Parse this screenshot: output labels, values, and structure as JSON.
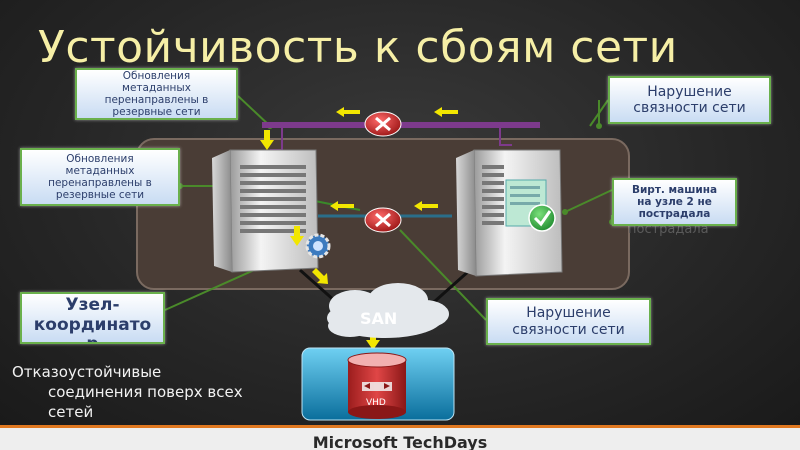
{
  "slide": {
    "title": "Устойчивость к сбоям сети",
    "footer": "Microsoft TechDays"
  },
  "callouts": {
    "metadata_top": {
      "line1": "Обновления",
      "line2": "метаданных",
      "line3": "перенаправлены в",
      "line4": "резервные сети"
    },
    "metadata_mid": {
      "line1": "Обновления",
      "line2": "метаданных",
      "line3": "перенаправлены в",
      "line4": "резервные сети"
    },
    "violation_top": {
      "line1": "Нарушение",
      "line2": "связности сети"
    },
    "violation_bottom": {
      "line1": "Нарушение",
      "line2": "связности сети"
    },
    "vm_ok": {
      "line1": "Вирт. машина",
      "line2": "на узле 2 не",
      "line3": "пострадала"
    },
    "coordinator": {
      "line1": "Узел-",
      "line2": "координато",
      "line3": "р"
    },
    "ghost_text": "пострадала"
  },
  "body": {
    "line1": "Отказоустойчивые",
    "line2": "соединения поверх всех",
    "line3": "сетей"
  },
  "diagram": {
    "san_label": "SAN",
    "vhd_label": "VHD"
  },
  "colors": {
    "title": "#f6efa6",
    "callout_border": "#6ab04c",
    "network_bar": "#7d3a8c",
    "arrow": "#f2e600",
    "fault": "#c0282d",
    "ok": "#2fa84a",
    "footer_accent": "#e07820"
  },
  "icons": [
    "server-icon",
    "fault-x-icon",
    "ok-check-icon",
    "gear-icon",
    "cloud-icon",
    "disk-icon",
    "arrow-left-icon",
    "arrow-down-icon"
  ]
}
